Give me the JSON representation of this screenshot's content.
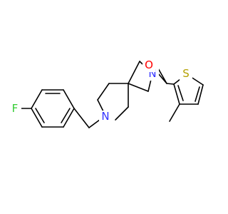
{
  "molecule": {
    "atoms": [
      {
        "id": "F",
        "label": "F",
        "color": "#33cc33"
      },
      {
        "id": "N1",
        "label": "N",
        "color": "#3333ff"
      },
      {
        "id": "N2",
        "label": "N",
        "color": "#3333ff"
      },
      {
        "id": "O",
        "label": "O",
        "color": "#ff0000"
      },
      {
        "id": "S",
        "label": "S",
        "color": "#b3a000"
      }
    ]
  }
}
